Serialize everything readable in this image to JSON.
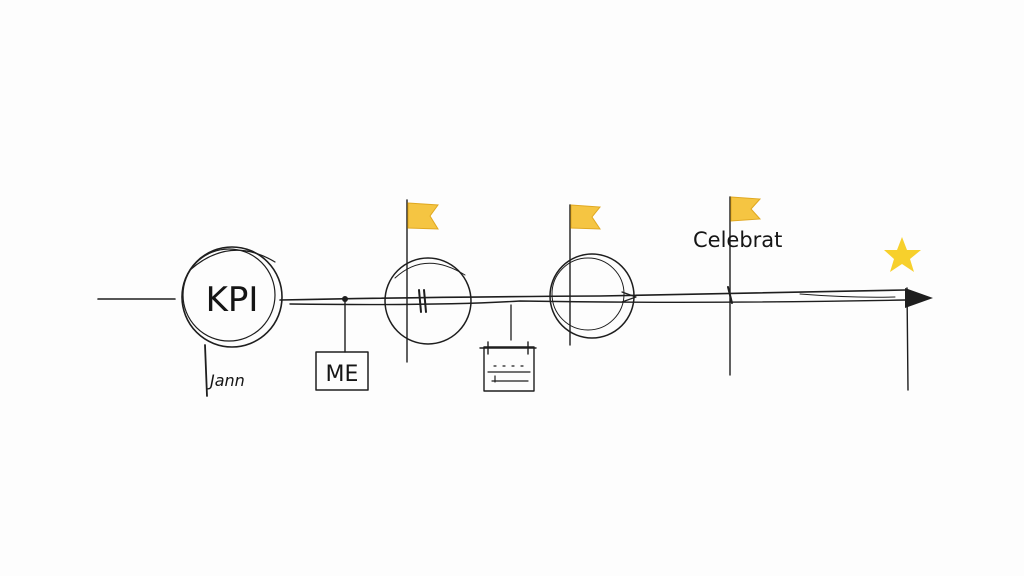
{
  "diagram": {
    "nodes": [
      {
        "label": "KPI",
        "shape": "circle"
      },
      {
        "label": "",
        "shape": "circle",
        "marker": "flag"
      },
      {
        "label": "",
        "shape": "circle",
        "marker": "flag"
      }
    ],
    "annotations": {
      "start_note": "Jann",
      "box_label": "ME",
      "milestone_label": "Celebrat",
      "calendar_icon": "calendar-icon",
      "goal_icon": "star-icon"
    },
    "colors": {
      "ink": "#1e1e1e",
      "flag": "#f5c542",
      "star": "#f7d02c",
      "background": "#fdfdfd"
    }
  }
}
